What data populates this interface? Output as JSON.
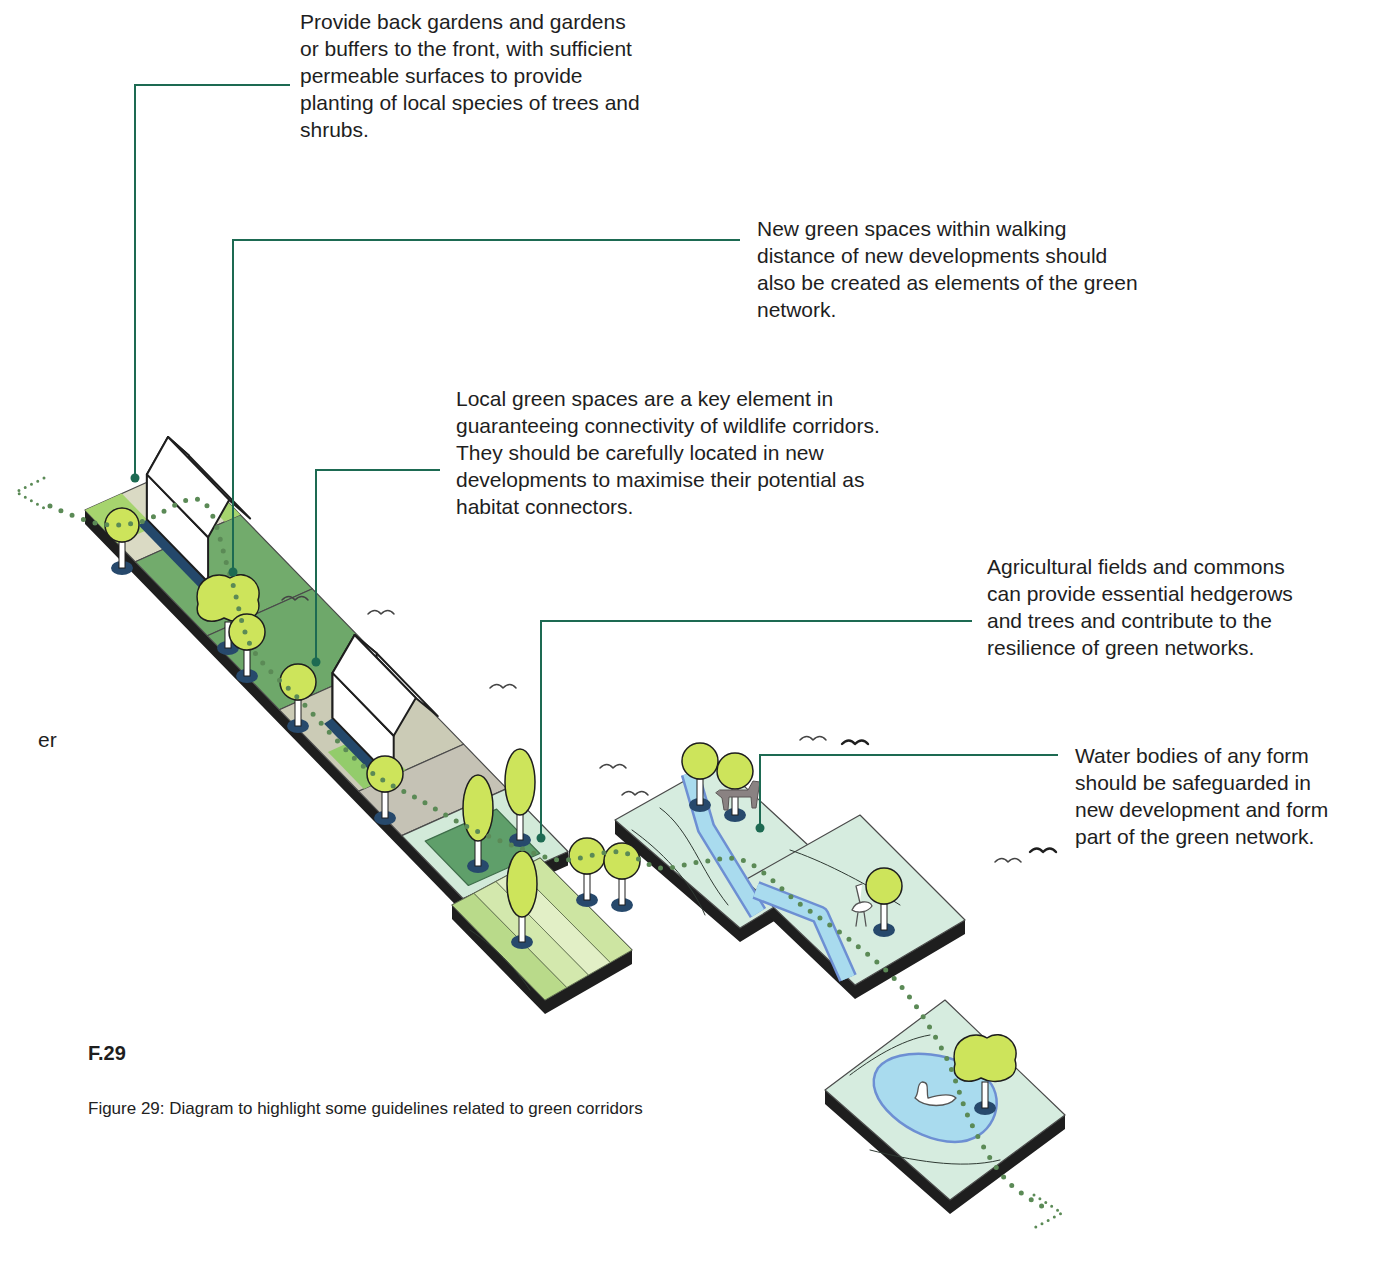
{
  "diagram": {
    "caption": "Figure 29: Diagram to highlight some guidelines related to green corridors",
    "labels": [
      "Provide back gardens and gardens or buffers to the front, with sufficient permeable surfaces to provide planting of local species of trees and shrubs.",
      "New green spaces within walking distance of new developments should also be created as elements of the green network.",
      "Local green spaces are a key element in guaranteeing connectivity of wildlife corridors. They should be carefully located in new developments to maximise their potential as habitat connectors.",
      "Agricultural fields and commons can provide essential hedgerows and trees and contribute to the resilience of green networks.",
      "Water bodies of any form should be safeguarded in new development and form part of the green network.",
      "er",
      "F.29"
    ]
  }
}
